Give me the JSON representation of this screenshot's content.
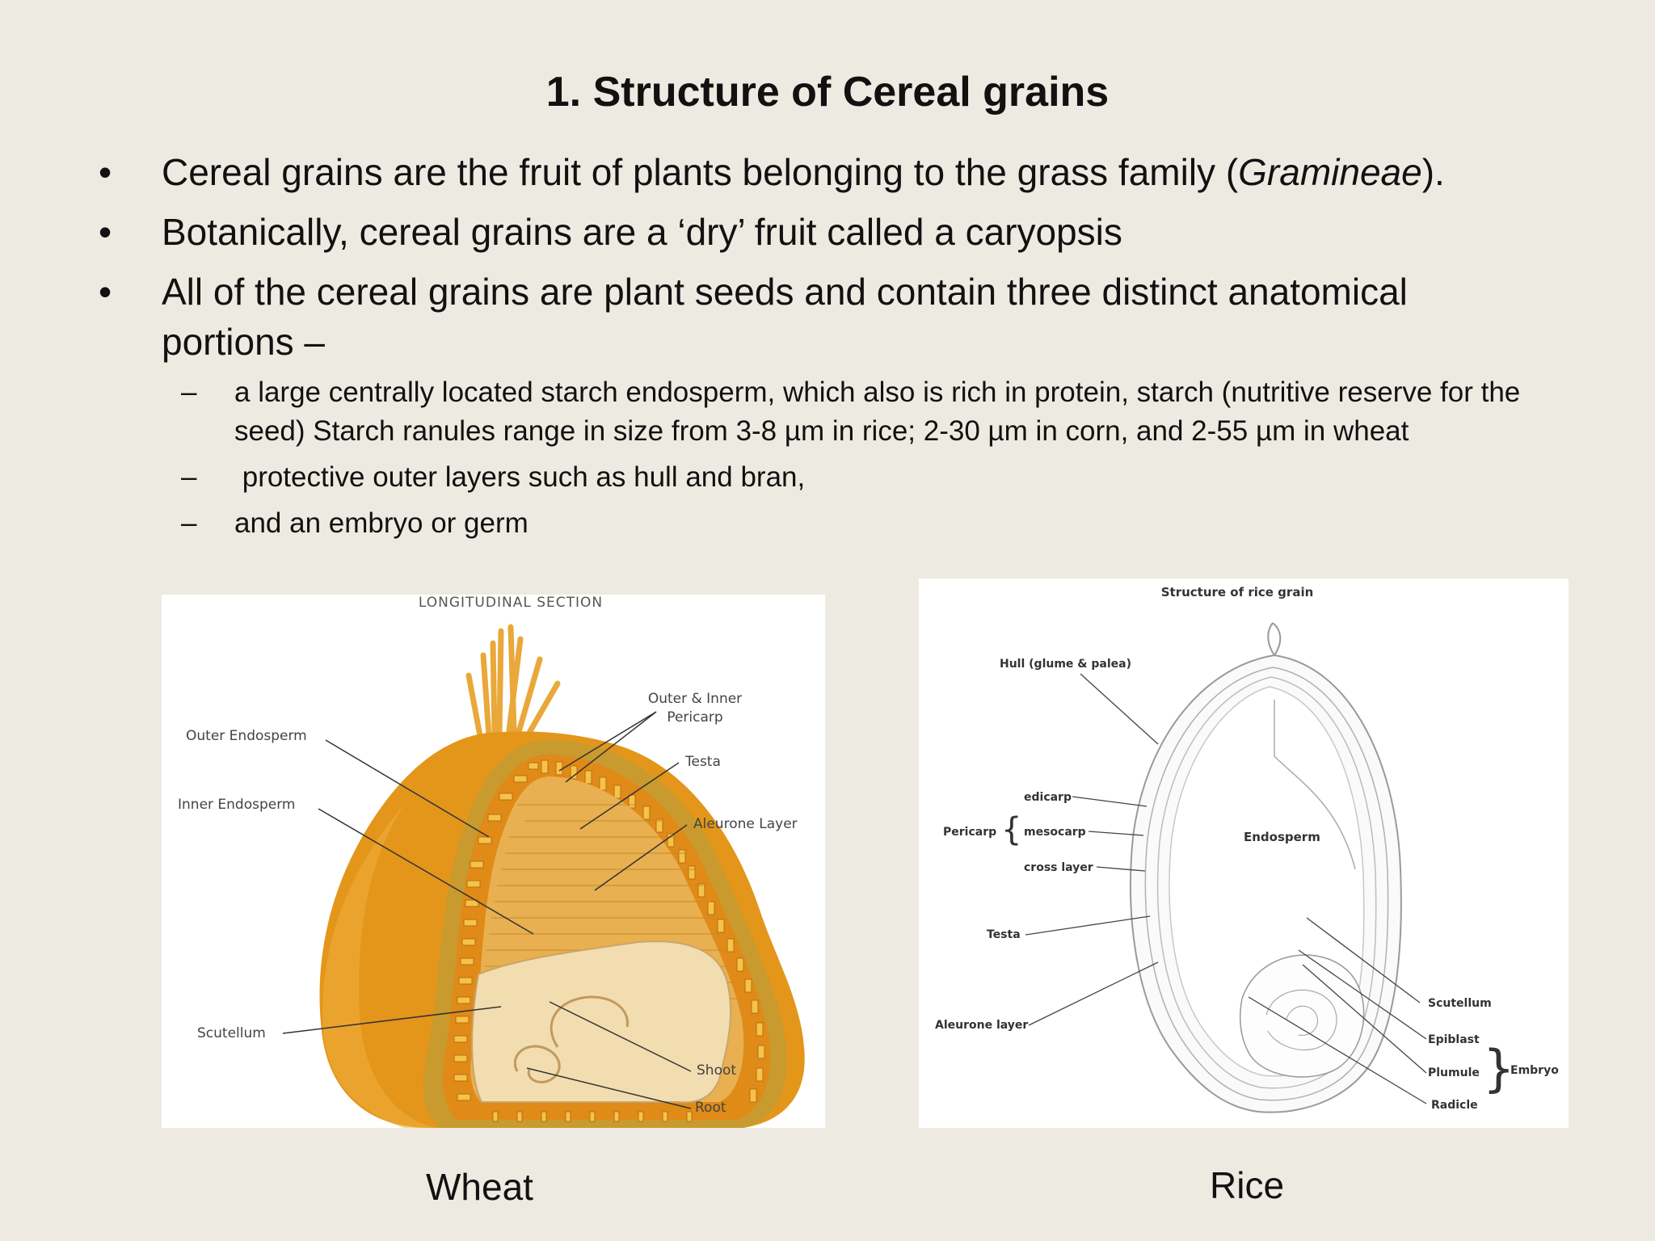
{
  "slide": {
    "title": "1. Structure of Cereal grains",
    "bullets": [
      {
        "text_before": "Cereal grains are the fruit of plants belonging to the grass family (",
        "text_italic": "Gramineae",
        "text_after": ")."
      },
      {
        "text": "Botanically, cereal grains are a ‘dry’ fruit called a caryopsis"
      },
      {
        "text": "All of the cereal grains are plant seeds and contain three distinct anatomical portions –"
      }
    ],
    "sub_bullets": [
      "a large centrally located starch endosperm, which also is rich in protein, starch  (nutritive reserve for the seed)  Starch ranules range in size from 3-8 µm in rice; 2-30 µm in corn, and 2-55 µm in wheat",
      " protective outer layers such as hull and bran,",
      "and an embryo or germ"
    ],
    "bullet_symbol": "•",
    "dash_symbol": "–"
  },
  "wheat_diagram": {
    "heading": "LONGITUDINAL SECTION",
    "labels": {
      "outer_endosperm": "Outer Endosperm",
      "inner_endosperm": "Inner Endosperm",
      "scutellum": "Scutellum",
      "pericarp_line1": "Outer & Inner",
      "pericarp_line2": "Pericarp",
      "testa": "Testa",
      "aleurone": "Aleurone Layer",
      "shoot": "Shoot",
      "root": "Root"
    },
    "caption": "Wheat",
    "colors": {
      "outer": "#e3961a",
      "cut_face": "#f0c060",
      "endosperm": "#e8b050",
      "germ": "#f2ddb0",
      "rim": "#c99a2e"
    }
  },
  "rice_diagram": {
    "heading": "Structure of rice grain",
    "labels": {
      "hull": "Hull (glume & palea)",
      "pericarp": "Pericarp",
      "edicarp": "edicarp",
      "mesocarp": "mesocarp",
      "cross_layer": "cross layer",
      "testa": "Testa",
      "aleurone": "Aleurone layer",
      "endosperm": "Endosperm",
      "scutellum": "Scutellum",
      "epiblast": "Epiblast",
      "plumule": "Plumule",
      "radicle": "Radicle",
      "embryo": "Embryo"
    },
    "caption": "Rice"
  }
}
